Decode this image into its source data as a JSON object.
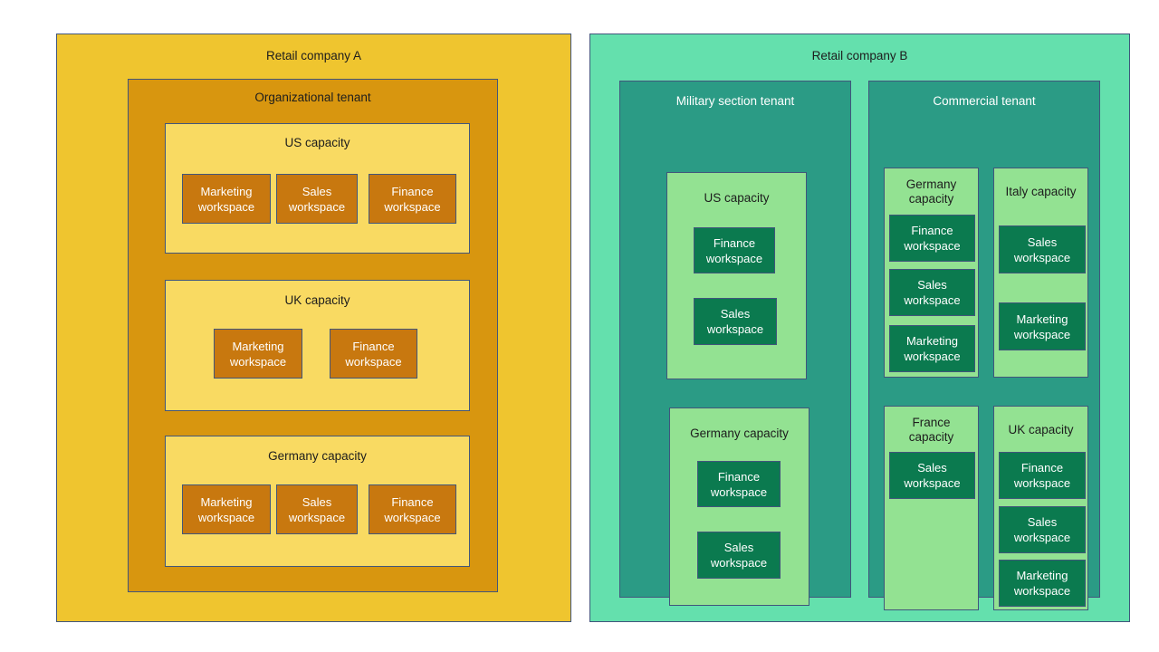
{
  "diagram": {
    "type": "nested-hierarchy",
    "companies": [
      {
        "id": "company-a",
        "label": "Retail company A",
        "color": "#efc52f",
        "tenants": [
          {
            "id": "organizational-tenant",
            "label": "Organizational tenant",
            "color": "#d8960f",
            "capacities": [
              {
                "id": "us-capacity",
                "label": "US capacity",
                "color": "#f9da62",
                "workspaces": [
                  {
                    "label": "Marketing\nworkspace"
                  },
                  {
                    "label": "Sales\nworkspace"
                  },
                  {
                    "label": "Finance\nworkspace"
                  }
                ]
              },
              {
                "id": "uk-capacity",
                "label": "UK capacity",
                "color": "#f9da62",
                "workspaces": [
                  {
                    "label": "Marketing\nworkspace"
                  },
                  {
                    "label": "Finance\nworkspace"
                  }
                ]
              },
              {
                "id": "germany-capacity",
                "label": "Germany capacity",
                "color": "#f9da62",
                "workspaces": [
                  {
                    "label": "Marketing\nworkspace"
                  },
                  {
                    "label": "Sales\nworkspace"
                  },
                  {
                    "label": "Finance\nworkspace"
                  }
                ]
              }
            ]
          }
        ]
      },
      {
        "id": "company-b",
        "label": "Retail company B",
        "color": "#64e0ad",
        "tenants": [
          {
            "id": "military-section-tenant",
            "label": "Military section tenant",
            "color": "#2b9b85",
            "capacities": [
              {
                "id": "us-capacity",
                "label": "US capacity",
                "color": "#93e292",
                "workspaces": [
                  {
                    "label": "Finance\nworkspace"
                  },
                  {
                    "label": "Sales\nworkspace"
                  }
                ]
              },
              {
                "id": "germany-capacity",
                "label": "Germany capacity",
                "color": "#93e292",
                "workspaces": [
                  {
                    "label": "Finance\nworkspace"
                  },
                  {
                    "label": "Sales\nworkspace"
                  }
                ]
              }
            ]
          },
          {
            "id": "commercial-tenant",
            "label": "Commercial tenant",
            "color": "#2b9b85",
            "capacities": [
              {
                "id": "germany-capacity",
                "label": "Germany\ncapacity",
                "color": "#93e292",
                "workspaces": [
                  {
                    "label": "Finance\nworkspace"
                  },
                  {
                    "label": "Sales\nworkspace"
                  },
                  {
                    "label": "Marketing\nworkspace"
                  }
                ]
              },
              {
                "id": "italy-capacity",
                "label": "Italy capacity",
                "color": "#93e292",
                "workspaces": [
                  {
                    "label": "Sales\nworkspace"
                  },
                  {
                    "label": "Marketing\nworkspace"
                  }
                ]
              },
              {
                "id": "france-capacity",
                "label": "France\ncapacity",
                "color": "#93e292",
                "workspaces": [
                  {
                    "label": "Sales\nworkspace"
                  }
                ]
              },
              {
                "id": "uk-capacity",
                "label": "UK capacity",
                "color": "#93e292",
                "workspaces": [
                  {
                    "label": "Finance\nworkspace"
                  },
                  {
                    "label": "Sales\nworkspace"
                  },
                  {
                    "label": "Marketing\nworkspace"
                  }
                ]
              }
            ]
          }
        ]
      }
    ],
    "border_color": "#41567c",
    "workspace_text_color": "#ffffff"
  }
}
